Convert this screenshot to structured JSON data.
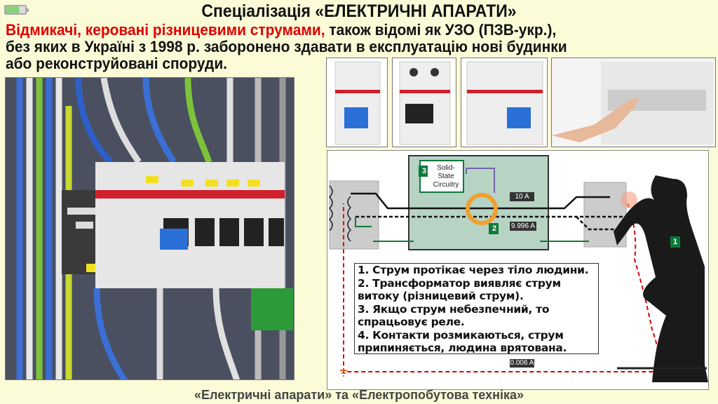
{
  "title": "Спеціалізація «ЕЛЕКТРИЧНІ АПАРАТИ»",
  "intro": {
    "highlight": "Відмикачі, керовані різницевими струмами,",
    "line1_rest": " також відомі як УЗО (ПЗВ-укр.),",
    "line2": "без яких в Україні з 1998 р. заборонено здавати в експлуатацію нові будинки",
    "line3": "або реконструйовані споруди."
  },
  "diagram": {
    "circuit_label": "Solid-State Circuitry",
    "badges": [
      "1",
      "2",
      "3"
    ],
    "current_phase": "10 A",
    "current_neutral": "9.996 A",
    "current_leak": "0.006 A",
    "steps": [
      "1. Струм протікає через тіло людини.",
      "2. Трансформатор виявляє струм витоку (різницевий струм).",
      "3. Якщо струм небезпечний, то спрацьовує реле.",
      "4. Контакти розмикаються, струм припиняється, людина врятована."
    ]
  },
  "footer": "«Електричні апарати» та «Електропобутова техніка»",
  "colors": {
    "accent": "#e00000",
    "diagram_bg": "#b7d3c4",
    "badge": "#0d7a3a",
    "ring": "#f0a030"
  }
}
